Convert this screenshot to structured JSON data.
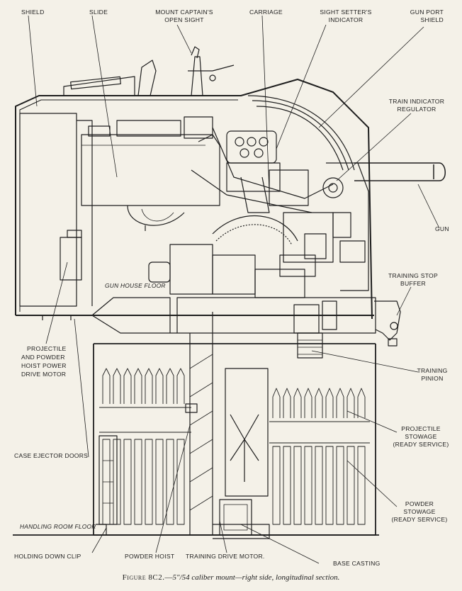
{
  "labels": {
    "shield": "SHIELD",
    "slide": "SLIDE",
    "mount_captain_line1": "MOUNT  CAPTAIN'S",
    "mount_captain_line2": "OPEN  SIGHT",
    "carriage": "CARRIAGE",
    "sight_setter_line1": "SIGHT SETTER'S",
    "sight_setter_line2": "INDICATOR",
    "gun_port_line1": "GUN  PORT",
    "gun_port_line2": "SHIELD",
    "train_ind_line1": "TRAIN  INDICATOR",
    "train_ind_line2": "REGULATOR",
    "gun": "GUN",
    "training_stop_line1": "TRAINING  STOP",
    "training_stop_line2": "BUFFER",
    "gun_house_floor": "GUN HOUSE FLOOR",
    "proj_hoist_line1": "PROJECTILE",
    "proj_hoist_line2": "AND  POWDER",
    "proj_hoist_line3": "HOIST  POWER",
    "proj_hoist_line4": "DRIVE  MOTOR",
    "training_pinion_line1": "TRAINING",
    "training_pinion_line2": "PINION",
    "case_ejector": "CASE  EJECTOR  DOORS",
    "proj_stowage_line1": "PROJECTILE",
    "proj_stowage_line2": "STOWAGE",
    "proj_stowage_line3": "(READY  SERVICE)",
    "powder_stowage_line1": "POWDER",
    "powder_stowage_line2": "STOWAGE",
    "powder_stowage_line3": "(READY  SERVICE)",
    "handling_room_floor": "HANDLING ROOM FLOOR",
    "holding_down_clip": "HOLDING  DOWN  CLIP",
    "powder_hoist": "POWDER  HOIST",
    "training_drive_motor": "TRAINING  DRIVE  MOTOR.",
    "base_casting": "BASE  CASTING"
  },
  "caption": {
    "figure": "Figure 8C2.",
    "dash": "—",
    "text": "5\"/54 caliber mount—right side, longitudinal section."
  },
  "colors": {
    "ink": "#1e1e1e",
    "paper": "#f4f1e8"
  }
}
